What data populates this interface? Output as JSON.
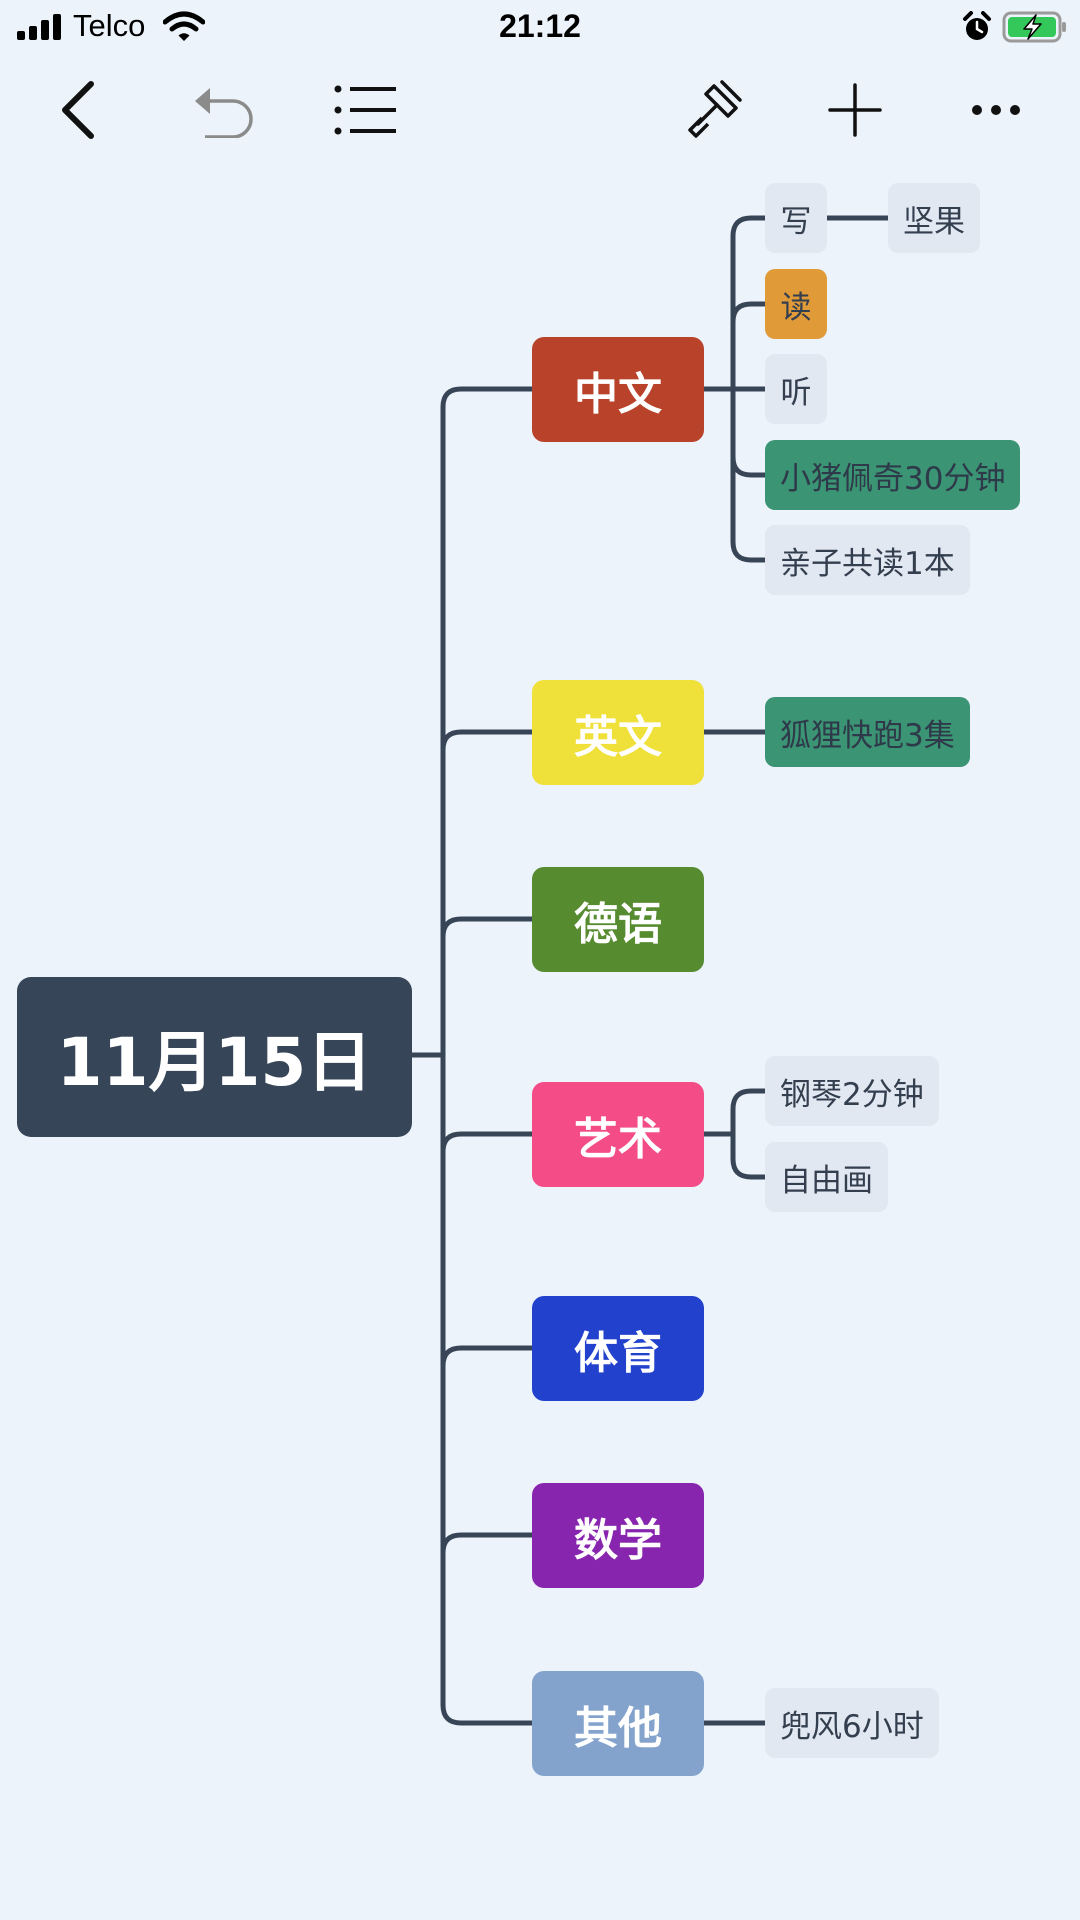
{
  "status_bar": {
    "carrier": "Telco",
    "time": "21:12",
    "battery_color": "#34c759"
  },
  "toolbar": {
    "icons": [
      "back-icon",
      "undo-icon",
      "outline-list-icon",
      "format-brush-icon",
      "add-icon",
      "more-icon"
    ]
  },
  "mindmap": {
    "root": {
      "label": "11月15日",
      "color": "#374558"
    },
    "categories": [
      {
        "label": "中文",
        "color": "#b8432a"
      },
      {
        "label": "英文",
        "color": "#f0e03a"
      },
      {
        "label": "德语",
        "color": "#568b2f"
      },
      {
        "label": "艺术",
        "color": "#f34c86"
      },
      {
        "label": "体育",
        "color": "#2241cd"
      },
      {
        "label": "数学",
        "color": "#8725ae"
      },
      {
        "label": "其他",
        "color": "#84a3cc"
      }
    ],
    "chinese_children": [
      {
        "label": "写"
      },
      {
        "label": "读",
        "color": "#e09a38"
      },
      {
        "label": "听"
      },
      {
        "label": "小猪佩奇30分钟",
        "color": "#3b9473"
      },
      {
        "label": "亲子共读1本"
      }
    ],
    "write_child": {
      "label": "坚果"
    },
    "english_children": [
      {
        "label": "狐狸快跑3集",
        "color": "#3b9473"
      }
    ],
    "art_children": [
      {
        "label": "钢琴2分钟"
      },
      {
        "label": "自由画"
      }
    ],
    "other_children": [
      {
        "label": "兜风6小时"
      }
    ],
    "connector_color": "#384557",
    "leaf_color": "#e2e8f1"
  }
}
